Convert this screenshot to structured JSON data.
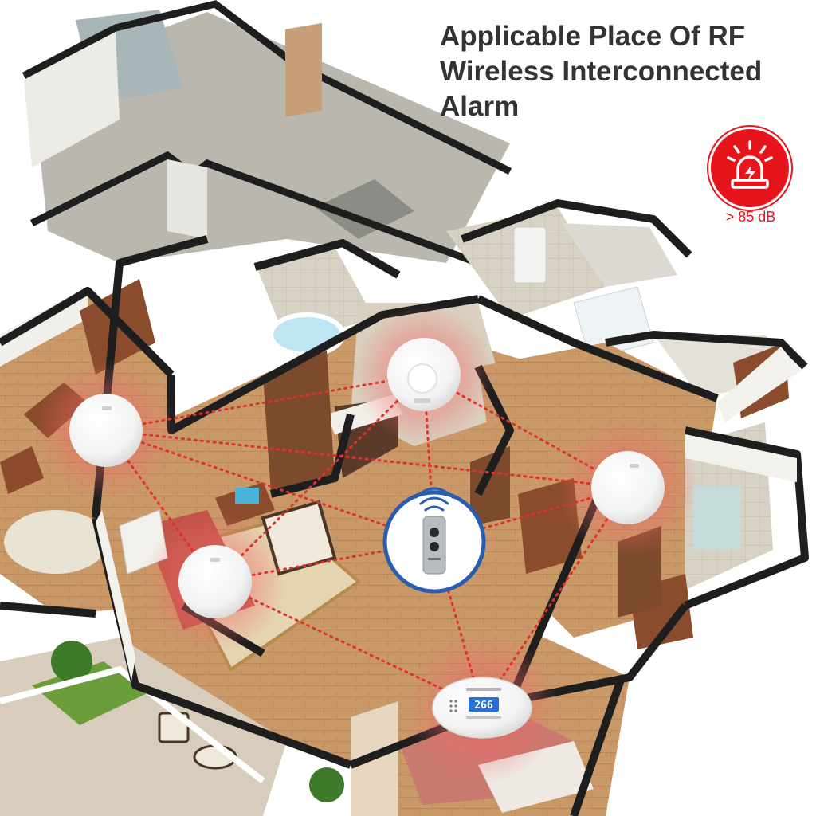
{
  "headline": {
    "line1": "Applicable Place Of RF",
    "line2": "Wireless Interconnected",
    "line3": "Alarm"
  },
  "badge": {
    "icon": "siren-alarm-icon",
    "color": "#e8141c",
    "sound_level": "> 85 dB"
  },
  "co_detector": {
    "display_value": "266"
  },
  "colors": {
    "signal_line": "#e0322a",
    "alarm_glow": "#f06a6a",
    "remote_ring": "#2a5db0",
    "floor": "#c89a6a",
    "wall": "#1e1e1e"
  }
}
